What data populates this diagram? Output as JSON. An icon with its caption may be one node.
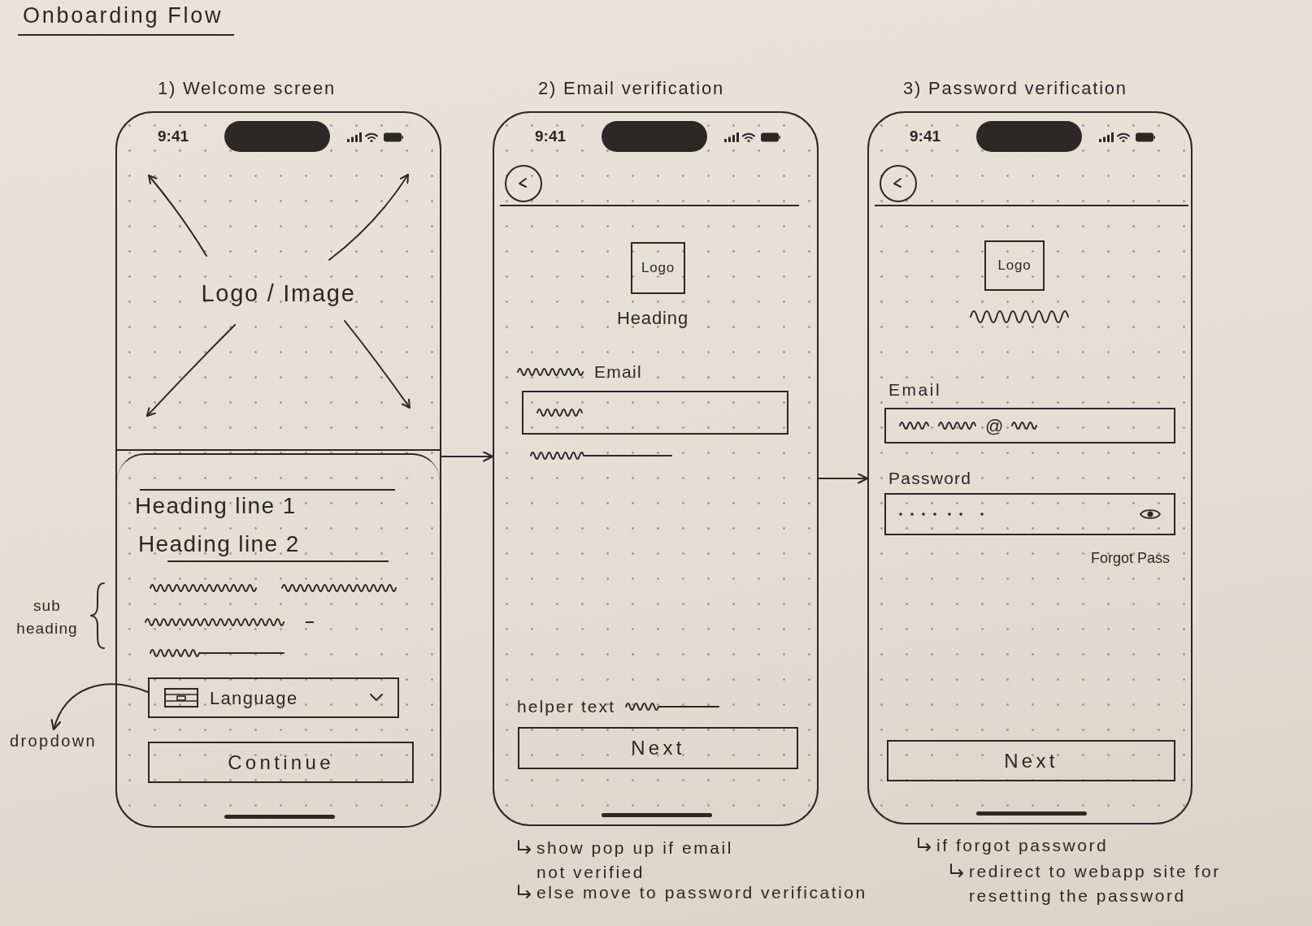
{
  "diagram": {
    "title": "Onboarding Flow",
    "nodes": [
      {
        "text": [
          "1) Welcome screen",
          "9:41"
        ]
      },
      {
        "text": [
          "Logo / Image"
        ],
        "in": 0
      },
      {
        "text": [
          "Heading line 1",
          "Heading line 2"
        ],
        "in": 0
      },
      {
        "text": [
          "Language"
        ],
        "in": 2
      },
      {
        "text": [
          "Continue"
        ],
        "in": 2
      },
      {
        "text": [
          "dropdown"
        ]
      },
      {
        "text": [
          "2) Email verification",
          "9:41",
          "Heading",
          "Email",
          "helper text"
        ],
        "beside": [
          "show pop up if email not verified",
          "else move to password verification"
        ]
      },
      {
        "text": [
          "Logo"
        ],
        "in": 6
      },
      {
        "text": [],
        "shape": "box",
        "in": 6
      },
      {
        "text": [
          "Next"
        ],
        "in": 6
      },
      {
        "text": [
          "3) Password verification",
          "9:41",
          "Email",
          "Password",
          "Forgot Pass"
        ],
        "beside": [
          "if forgot password",
          "redirect to webapp site for resetting the password"
        ]
      },
      {
        "text": [
          "Logo"
        ],
        "in": 10
      },
      {
        "text": [
          "@"
        ],
        "in": 10
      },
      {
        "text": [],
        "shape": "box",
        "in": 10
      },
      {
        "text": [
          "Next"
        ],
        "in": 10
      }
    ],
    "edges": [
      {
        "from": 0,
        "to": 6,
        "arrow": "to"
      },
      {
        "from": 6,
        "to": 10,
        "arrow": "to"
      },
      {
        "from": 3,
        "to": 5,
        "arrow": "to"
      }
    ],
    "labels": [
      "sub heading"
    ]
  }
}
